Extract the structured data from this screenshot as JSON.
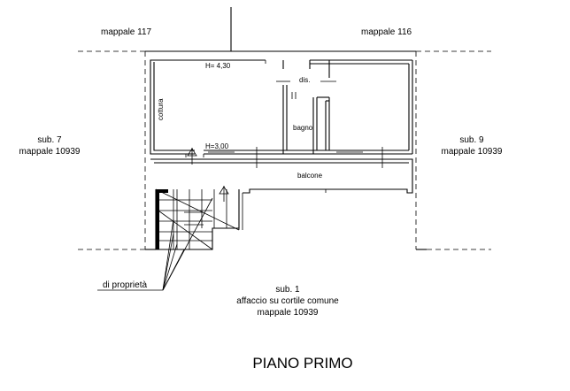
{
  "labels": {
    "mappale_117": "mappale 117",
    "mappale_116": "mappale 116",
    "sub7_line1": "sub. 7",
    "sub7_line2": "mappale 10939",
    "sub9_line1": "sub. 9",
    "sub9_line2": "mappale 10939",
    "height_top": "H= 4,30",
    "height_bottom": "H=3,00",
    "dis": "dis.",
    "cottura": "cottura",
    "bagno": "bagno",
    "balcone": "balcone",
    "di_proprieta": "di proprietà",
    "sub1_line1": "sub. 1",
    "sub1_line2": "affaccio su cortile comune",
    "sub1_line3": "mappale 10939",
    "title": "PIANO PRIMO"
  }
}
